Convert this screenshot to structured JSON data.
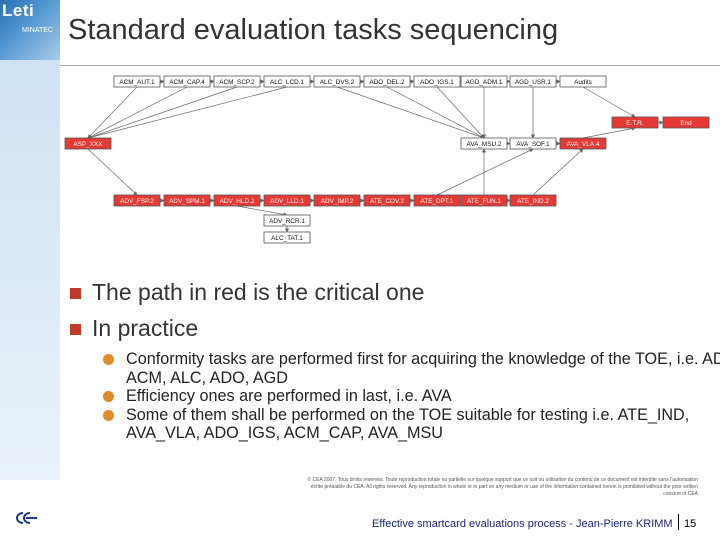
{
  "logo": {
    "name": "Leti",
    "sub": "MINATEC"
  },
  "title": "Standard evaluation tasks sequencing",
  "diagram": {
    "critical_color": "#e53935",
    "normal_color": "#ffffff",
    "nodes": [
      {
        "id": "acm_aut",
        "label": "ACM_AUT.1",
        "critical": false
      },
      {
        "id": "acm_cap",
        "label": "ACM_CAP.4",
        "critical": false
      },
      {
        "id": "acm_scp",
        "label": "ACM_SCP.2",
        "critical": false
      },
      {
        "id": "alc_lcd",
        "label": "ALC_LCD.1",
        "critical": false
      },
      {
        "id": "alc_dvs",
        "label": "ALC_DVS.2",
        "critical": false
      },
      {
        "id": "ado_del",
        "label": "ADO_DEL.2",
        "critical": false
      },
      {
        "id": "ado_igs",
        "label": "ADO_IGS.1",
        "critical": false
      },
      {
        "id": "agd_adm",
        "label": "AGD_ADM.1",
        "critical": false
      },
      {
        "id": "agd_usr",
        "label": "AGD_USR.1",
        "critical": false
      },
      {
        "id": "audits",
        "label": "Audits",
        "critical": false
      },
      {
        "id": "etr",
        "label": "E.T.R.",
        "critical": true
      },
      {
        "id": "end",
        "label": "End",
        "critical": true
      },
      {
        "id": "asp_xxx",
        "label": "ASP_XXX",
        "critical": true
      },
      {
        "id": "ava_msu",
        "label": "AVA_MSU.2",
        "critical": false
      },
      {
        "id": "ava_sof",
        "label": "AVA_SOF.1",
        "critical": false
      },
      {
        "id": "ava_vla",
        "label": "AVA_VLA.4",
        "critical": true
      },
      {
        "id": "adv_fsp",
        "label": "ADV_FSP.2",
        "critical": true
      },
      {
        "id": "adv_spm",
        "label": "ADV_SPM.1",
        "critical": true
      },
      {
        "id": "adv_hld",
        "label": "ADV_HLD.2",
        "critical": true
      },
      {
        "id": "adv_lld",
        "label": "ADV_LLD.1",
        "critical": true
      },
      {
        "id": "adv_imp",
        "label": "ADV_IMP.2",
        "critical": true
      },
      {
        "id": "ate_cov",
        "label": "ATE_COV.2",
        "critical": true
      },
      {
        "id": "ate_dpt",
        "label": "ATE_DPT.1",
        "critical": true
      },
      {
        "id": "ate_fun",
        "label": "ATE_FUN.1",
        "critical": true
      },
      {
        "id": "ate_ind",
        "label": "ATE_IND.2",
        "critical": true
      },
      {
        "id": "adv_rcr",
        "label": "ADV_RCR.1",
        "critical": false
      },
      {
        "id": "alc_tat",
        "label": "ALC_TAT.1",
        "critical": false
      }
    ],
    "edges": [
      [
        "acm_aut",
        "acm_cap"
      ],
      [
        "acm_cap",
        "acm_scp"
      ],
      [
        "acm_scp",
        "alc_lcd"
      ],
      [
        "alc_lcd",
        "alc_dvs"
      ],
      [
        "alc_dvs",
        "ado_del"
      ],
      [
        "ado_del",
        "ado_igs"
      ],
      [
        "ado_igs",
        "agd_adm"
      ],
      [
        "agd_adm",
        "agd_usr"
      ],
      [
        "agd_usr",
        "audits"
      ],
      [
        "audits",
        "etr"
      ],
      [
        "etr",
        "end"
      ],
      [
        "acm_aut",
        "asp_xxx"
      ],
      [
        "acm_cap",
        "asp_xxx"
      ],
      [
        "acm_scp",
        "asp_xxx"
      ],
      [
        "alc_lcd",
        "asp_xxx"
      ],
      [
        "alc_dvs",
        "ava_msu"
      ],
      [
        "ado_del",
        "ava_msu"
      ],
      [
        "ado_igs",
        "ava_msu"
      ],
      [
        "agd_adm",
        "ava_msu"
      ],
      [
        "agd_usr",
        "ava_sof"
      ],
      [
        "ava_msu",
        "ava_sof"
      ],
      [
        "ava_sof",
        "ava_vla"
      ],
      [
        "ava_vla",
        "etr"
      ],
      [
        "asp_xxx",
        "adv_fsp"
      ],
      [
        "adv_fsp",
        "adv_spm"
      ],
      [
        "adv_spm",
        "adv_hld"
      ],
      [
        "adv_hld",
        "adv_lld"
      ],
      [
        "adv_lld",
        "adv_imp"
      ],
      [
        "adv_imp",
        "ate_cov"
      ],
      [
        "ate_cov",
        "ate_dpt"
      ],
      [
        "ate_dpt",
        "ate_fun"
      ],
      [
        "ate_fun",
        "ate_ind"
      ],
      [
        "adv_hld",
        "adv_rcr"
      ],
      [
        "adv_rcr",
        "alc_tat"
      ],
      [
        "ate_ind",
        "ava_vla"
      ],
      [
        "ate_fun",
        "ava_msu"
      ],
      [
        "ate_dpt",
        "ava_sof"
      ]
    ]
  },
  "bullets": [
    {
      "text": "The path in red is the critical one"
    },
    {
      "text": "In practice"
    }
  ],
  "sub_bullets": [
    {
      "text": "Conformity tasks are performed first for acquiring the knowledge of the TOE, i.e. ADV, ACM, ALC, ADO, AGD"
    },
    {
      "text": "Efficiency ones are performed in last, i.e. AVA"
    },
    {
      "text": "Some of them shall be performed on the TOE suitable for testing i.e. ATE_IND, AVA_VLA, ADO_IGS, ACM_CAP, AVA_MSU"
    }
  ],
  "copyright": "© CEA 2007. Tous droits réservés. Toute reproduction totale ou partielle sur quelque support que ce soit ou utilisation du contenu de ce document est interdite sans l'autorisation écrite préalable du CEA. All rights reserved. Any reproduction in whole or in part on any medium or use of the information contained herein is prohibited without the prior written consent of CEA",
  "footer": {
    "text": "Effective smartcard evaluations process - Jean-Pierre KRIMM",
    "page": "15"
  }
}
